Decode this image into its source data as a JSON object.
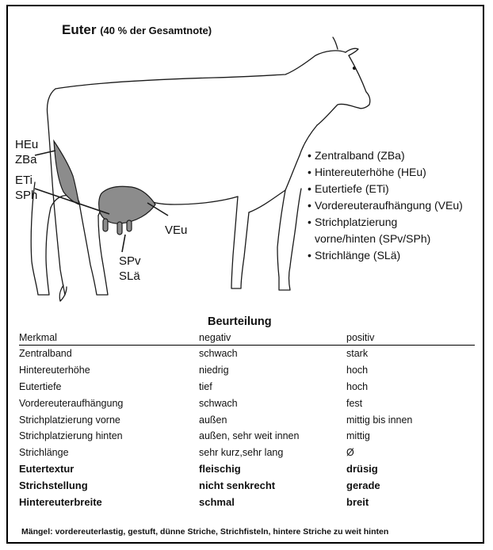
{
  "title": {
    "main": "Euter",
    "sub": "(40 % der Gesamtnote)"
  },
  "diagram_labels": {
    "heu": "HEu",
    "zba": "ZBa",
    "eti": "ETi",
    "sph": "SPh",
    "veu": "VEu",
    "spv": "SPv",
    "sla": "SLä"
  },
  "legend": [
    "Zentralband (ZBa)",
    "Hintereuterhöhe (HEu)",
    "Eutertiefe (ETi)",
    "Vordereuteraufhängung (VEu)",
    "Strichplatzierung",
    "vorne/hinten (SPv/SPh)",
    "Strichlänge (SLä)"
  ],
  "table": {
    "section_title": "Beurteilung",
    "headers": [
      "Merkmal",
      "negativ",
      "positiv"
    ],
    "rows": [
      {
        "merkmal": "Zentralband",
        "negativ": "schwach",
        "positiv": "stark",
        "bold": false
      },
      {
        "merkmal": "Hintereuterhöhe",
        "negativ": "niedrig",
        "positiv": "hoch",
        "bold": false
      },
      {
        "merkmal": "Eutertiefe",
        "negativ": "tief",
        "positiv": "hoch",
        "bold": false
      },
      {
        "merkmal": "Vordereuteraufhängung",
        "negativ": "schwach",
        "positiv": "fest",
        "bold": false
      },
      {
        "merkmal": "Strichplatzierung vorne",
        "negativ": "außen",
        "positiv": "mittig bis innen",
        "bold": false
      },
      {
        "merkmal": "Strichplatzierung hinten",
        "negativ": "außen, sehr weit innen",
        "positiv": "mittig",
        "bold": false
      },
      {
        "merkmal": "Strichlänge",
        "negativ": "sehr kurz,sehr lang",
        "positiv": "Ø",
        "bold": false
      },
      {
        "merkmal": "Eutertextur",
        "negativ": "fleischig",
        "positiv": "drüsig",
        "bold": true
      },
      {
        "merkmal": "Strichstellung",
        "negativ": "nicht senkrecht",
        "positiv": "gerade",
        "bold": true
      },
      {
        "merkmal": "Hintereuterbreite",
        "negativ": "schmal",
        "positiv": "breit",
        "bold": true
      }
    ]
  },
  "note": "Mängel: vordereuterlastig, gestuft, dünne Striche, Strichfisteln, hintere Striche zu weit hinten",
  "colors": {
    "udder_fill": "#8c8c8c",
    "outline": "#1a1a1a"
  }
}
